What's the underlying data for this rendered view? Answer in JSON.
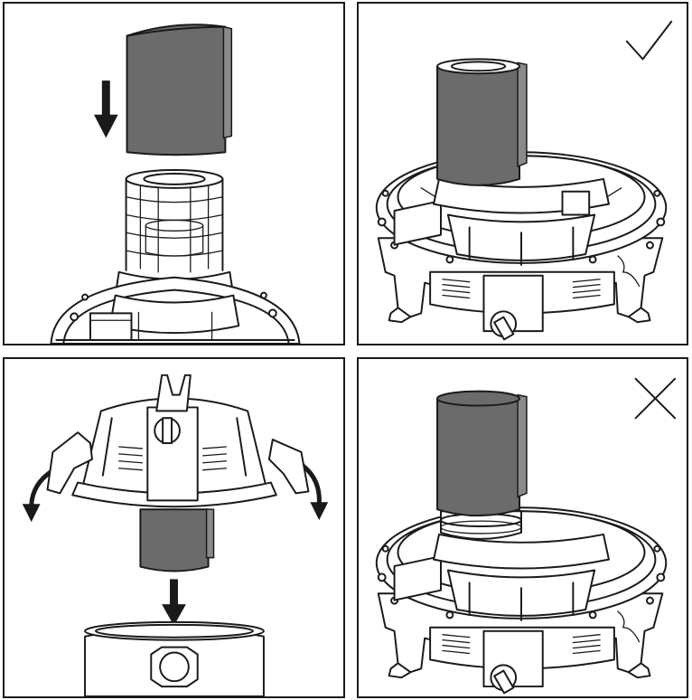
{
  "panels": [
    {
      "id": "step-insert-filter",
      "indicator": "arrow-down-icon"
    },
    {
      "id": "correct-fit",
      "indicator": "checkmark-icon"
    },
    {
      "id": "lower-head-onto-tank",
      "indicator": "arrow-down-icon"
    },
    {
      "id": "incorrect-fit",
      "indicator": "cross-icon"
    }
  ],
  "colors": {
    "line": "#1a1a1a",
    "filter": "#6b6b6b",
    "background": "#ffffff"
  }
}
